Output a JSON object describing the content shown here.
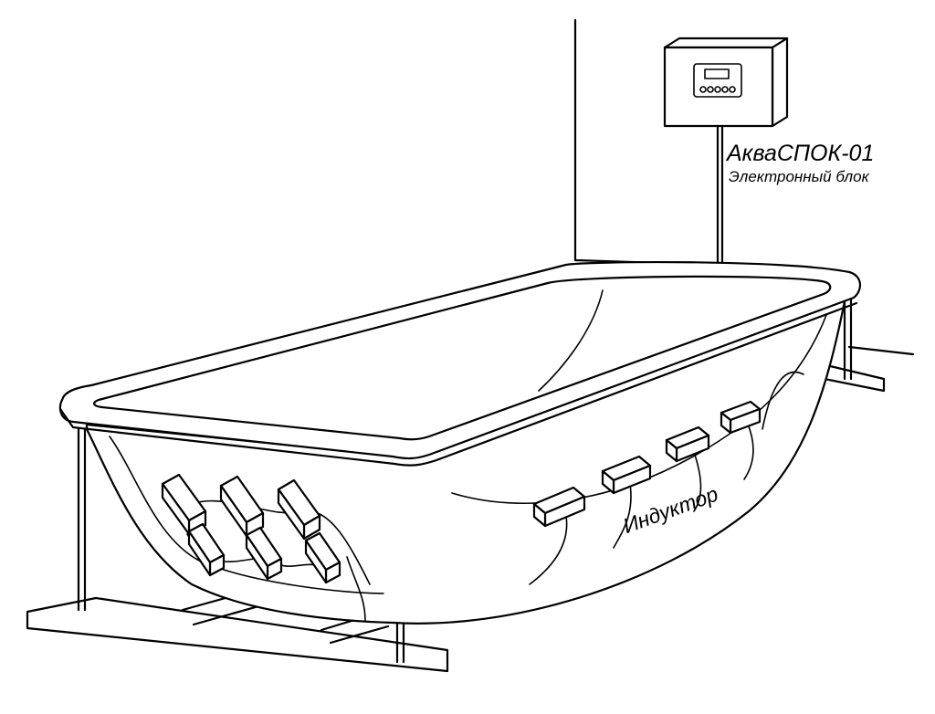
{
  "labels": {
    "unit_title": "АкваСПОК-01",
    "unit_subtitle": "Электронный блок",
    "inductor": "Индуктор"
  },
  "icons": {
    "control_unit": "electronic-control-box-icon",
    "bathtub": "bathtub-icon",
    "inductor_pad": "inductor-pad-icon"
  },
  "colors": {
    "ink": "#000000",
    "background": "#ffffff"
  }
}
